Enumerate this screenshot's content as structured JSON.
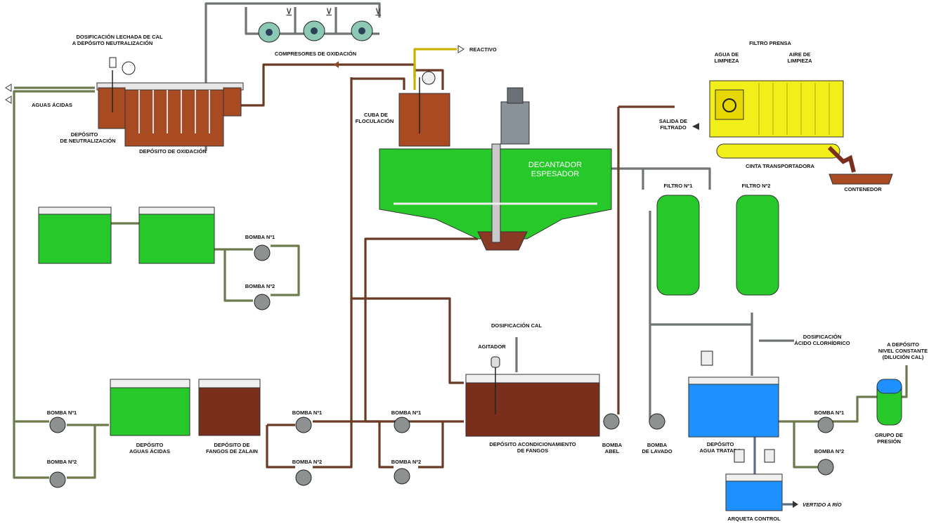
{
  "colors": {
    "green_water": "#27c82a",
    "brown_sludge": "#7a2e1c",
    "blue_water": "#1e90ff",
    "yellow_press": "#f2ee1a",
    "pipe_green": "#6c7a4e",
    "pipe_brown": "#6a3a24"
  },
  "labels": {
    "dosificacion_lechada": [
      "DOSIFICACIÓN LECHADA DE CAL",
      "A DEPÓSITO NEUTRALIZACIÓN"
    ],
    "aguas_acidas": "AGUAS ÁCIDAS",
    "deposito_neutralizacion": [
      "DEPÓSITO",
      "DE NEUTRALIZACIÓN"
    ],
    "deposito_oxidacion": "DEPÓSITO DE OXIDACIÓN",
    "compresores": "COMPRESORES DE OXIDACIÓN",
    "reactivo": "REACTIVO",
    "cuba_floculacion": [
      "CUBA DE",
      "FLOCULACIÓN"
    ],
    "decantador": [
      "DECANTADOR",
      "ESPESADOR"
    ],
    "filtro_prensa": "FILTRO PRENSA",
    "agua_limpieza": [
      "AGUA DE",
      "LIMPIEZA"
    ],
    "aire_limpieza": [
      "AIRE DE",
      "LIMPIEZA"
    ],
    "salida_filtrado": [
      "SALIDA DE",
      "FILTRADO"
    ],
    "cinta": "CINTA TRANSPORTADORA",
    "contenedor": "CONTENEDOR",
    "filtro1": "FILTRO Nº1",
    "filtro2": "FILTRO Nº2",
    "bomba1": "BOMBA Nº1",
    "bomba2": "BOMBA Nº2",
    "dosificacion_cal": "DOSIFICACIÓN CAL",
    "agitador": "AGITADOR",
    "deposito_acondicionamiento": [
      "DEPÓSITO ACONDICIONAMIENTO",
      "DE FANGOS"
    ],
    "bomba_abel": [
      "BOMBA",
      "ABEL"
    ],
    "bomba_lavado": [
      "BOMBA",
      "DE LAVADO"
    ],
    "deposito_agua_tratada": [
      "DEPÓSITO",
      "AGUA TRATADA"
    ],
    "dosificacion_acido": [
      "DOSIFICACIÓN",
      "ÁCIDO CLORHÍDRICO"
    ],
    "a_deposito_nivel": [
      "A DEPÓSITO",
      "NIVEL CONSTANTE",
      "(DILUCIÓN CAL)"
    ],
    "grupo_presion": [
      "GRUPO DE",
      "PRESIÓN"
    ],
    "deposito_aguas_acidas": [
      "DEPÓSITO",
      "AGUAS ÁCIDAS"
    ],
    "deposito_fangos_zalain": [
      "DEPÓSITO DE",
      "FANGOS DE ZALAIN"
    ],
    "arqueta_control": "ARQUETA CONTROL",
    "vertido_rio": "VERTIDO A RÍO"
  }
}
